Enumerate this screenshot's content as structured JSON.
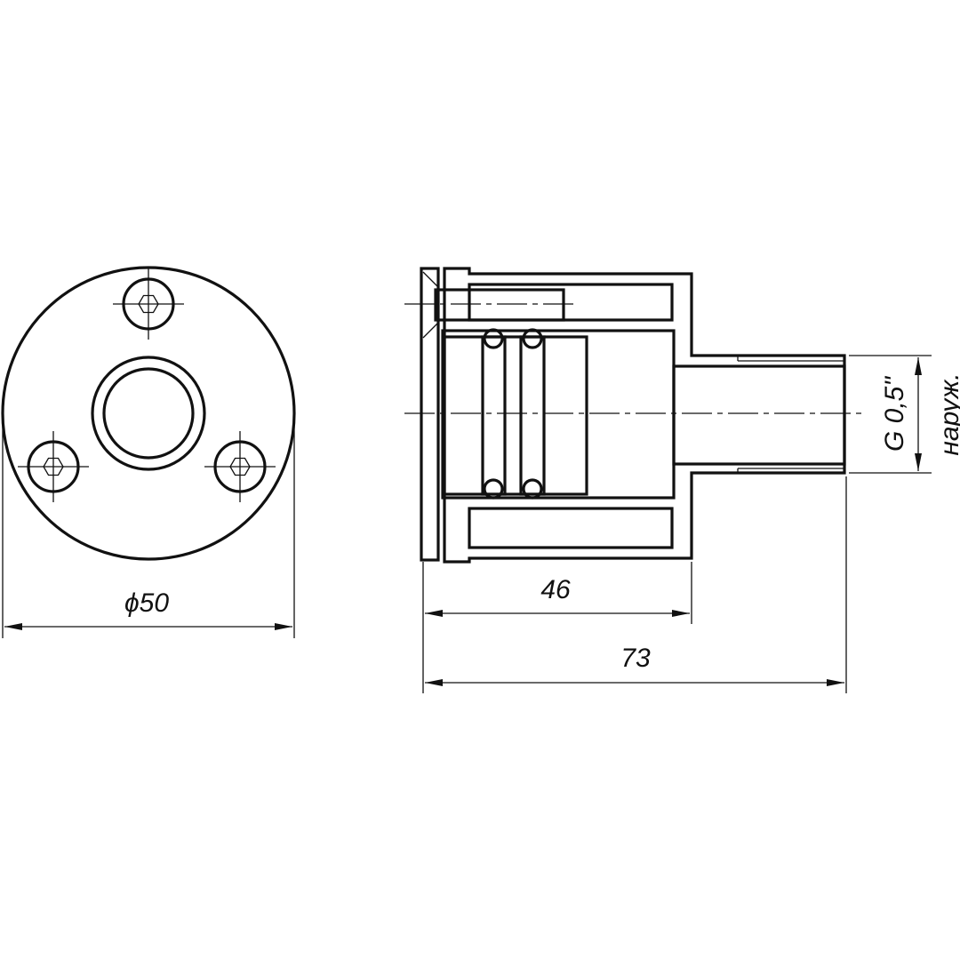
{
  "drawing": {
    "front_view": {
      "diameter_label": "ϕ50"
    },
    "section_view": {
      "body_length_label": "46",
      "total_length_label": "73",
      "thread_label": "G 0,5\"",
      "thread_note": "наруж."
    }
  },
  "colors": {
    "line": "#111111",
    "background": "#ffffff"
  }
}
